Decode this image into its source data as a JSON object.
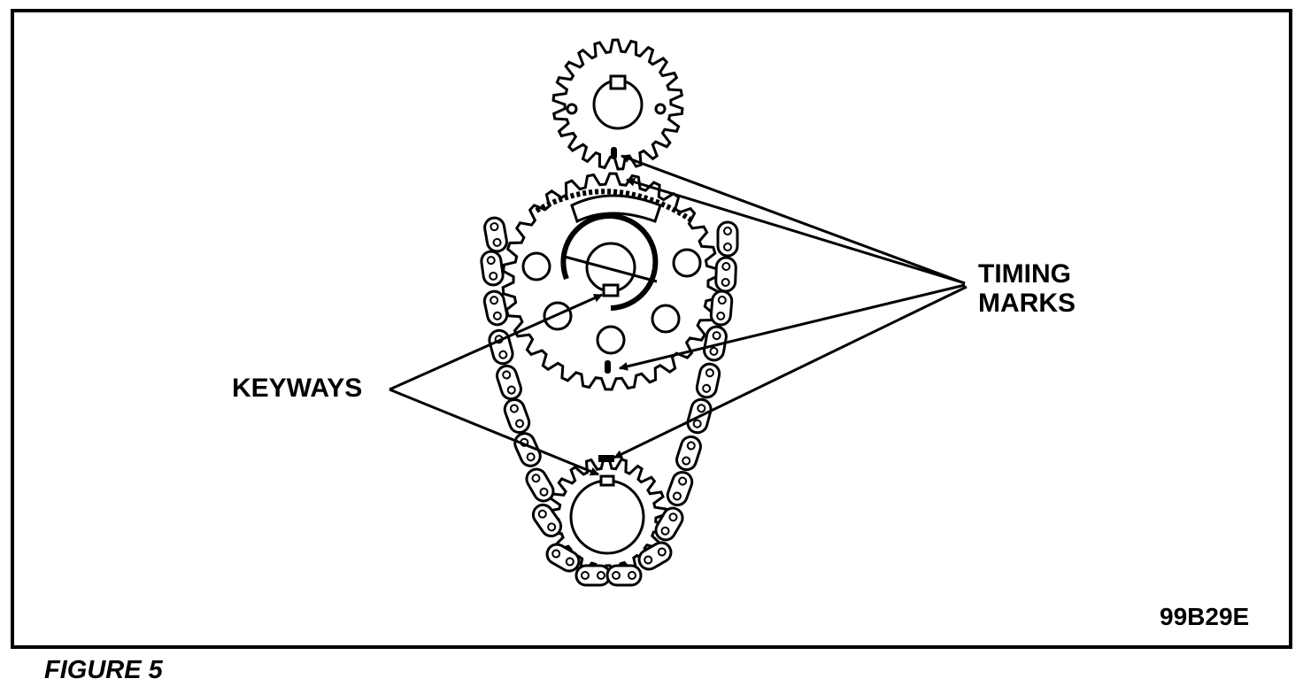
{
  "diagram": {
    "labels": {
      "timing_marks_line1": "TIMING",
      "timing_marks_line2": "MARKS",
      "keyways": "KEYWAYS",
      "figure_code": "99B29E"
    },
    "caption": "FIGURE 5",
    "components": [
      "small-top-sprocket",
      "camshaft-sprocket",
      "crankshaft-sprocket",
      "timing-chain"
    ],
    "callouts": {
      "timing_marks": [
        "top-sprocket-mark",
        "upper-mark",
        "cam-sprocket-bottom-mark",
        "crank-sprocket-mark"
      ],
      "keyways": [
        "cam-keyway",
        "crank-keyway"
      ]
    }
  }
}
